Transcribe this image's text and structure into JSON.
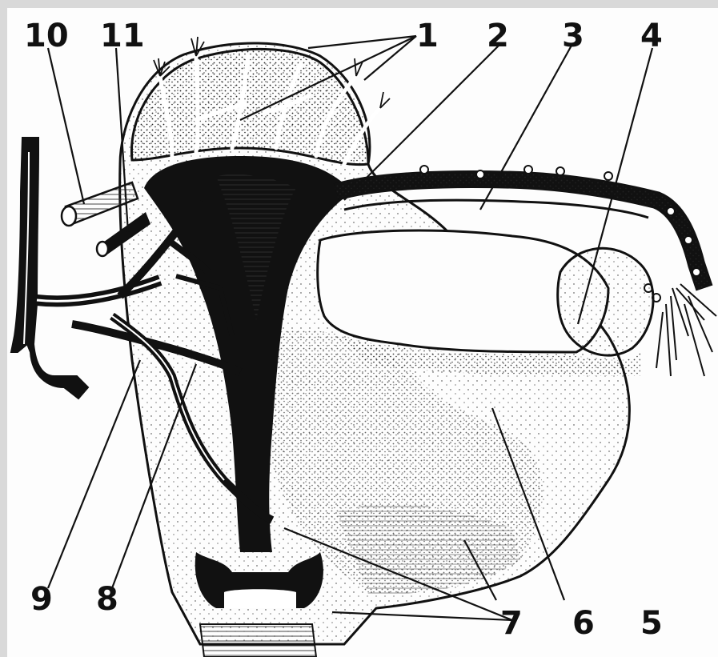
{
  "labels": [
    "1",
    "2",
    "3",
    "4",
    "5",
    "6",
    "7",
    "8",
    "9",
    "10",
    "11"
  ]
}
